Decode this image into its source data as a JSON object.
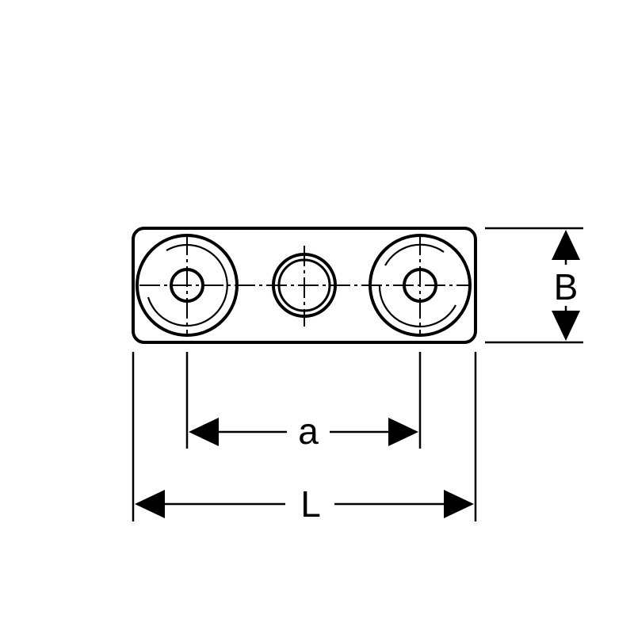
{
  "labels": {
    "width": "B",
    "spacing": "a",
    "length": "L"
  },
  "colors": {
    "line": "#000000",
    "background": "#ffffff"
  }
}
